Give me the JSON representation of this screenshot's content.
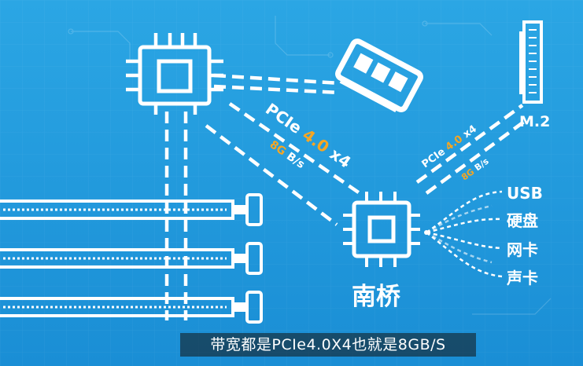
{
  "colors": {
    "bg_top": "#2aa3e2",
    "bg_bottom": "#1b8fd6",
    "line": "#ffffff",
    "highlight": "#f6a623"
  },
  "labels": {
    "link_left_pcie": "PCIe",
    "link_left_gen": "4.0",
    "link_left_x": "x4",
    "link_left_speed_num": "8G",
    "link_left_speed_unit": "B/s",
    "link_right_pcie": "PCIe",
    "link_right_gen": "4.0",
    "link_right_x": "x4",
    "link_right_speed_num": "8G",
    "link_right_speed_unit": "B/s",
    "m2": "M.2",
    "southbridge": "南桥",
    "usb": "USB",
    "disk": "硬盘",
    "nic": "网卡",
    "sound": "声卡"
  },
  "subtitle": "带宽都是PCIe4.0X4也就是8GB/S",
  "icons": [
    "cpu-chip-icon",
    "ram-module-icon",
    "m2-slot-icon",
    "southbridge-chip-icon",
    "pcie-slot-icon"
  ]
}
